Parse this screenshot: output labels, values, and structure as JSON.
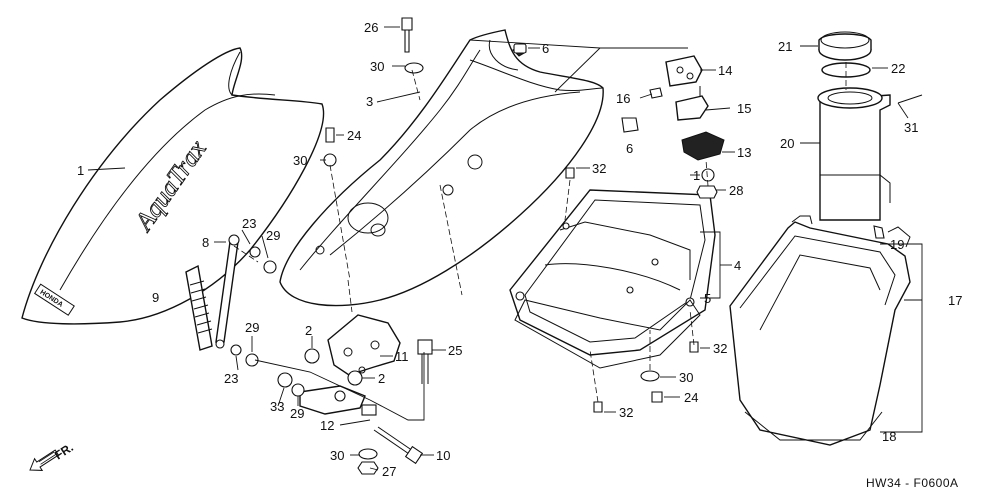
{
  "callouts": {
    "c1": "1",
    "c1b": "1",
    "c2a": "2",
    "c2b": "2",
    "c3": "3",
    "c4": "4",
    "c5": "5",
    "c6a": "6",
    "c6b": "6",
    "c8": "8",
    "c9": "9",
    "c10": "10",
    "c11": "11",
    "c12": "12",
    "c13": "13",
    "c14": "14",
    "c15": "15",
    "c16": "16",
    "c17": "17",
    "c18": "18",
    "c19": "19",
    "c20": "20",
    "c21": "21",
    "c22": "22",
    "c23a": "23",
    "c23b": "23",
    "c24a": "24",
    "c24b": "24",
    "c25": "25",
    "c26": "26",
    "c27": "27",
    "c28": "28",
    "c29a": "29",
    "c29b": "29",
    "c29c": "29",
    "c30a": "30",
    "c30b": "30",
    "c30c": "30",
    "c30d": "30",
    "c31": "31",
    "c32a": "32",
    "c32b": "32",
    "c32c": "32",
    "c33": "33"
  },
  "brand_script": "AquaTrax",
  "brand_logo": "HONDA",
  "direction_label": "FR.",
  "figure_code": "HW34 - F0600A"
}
